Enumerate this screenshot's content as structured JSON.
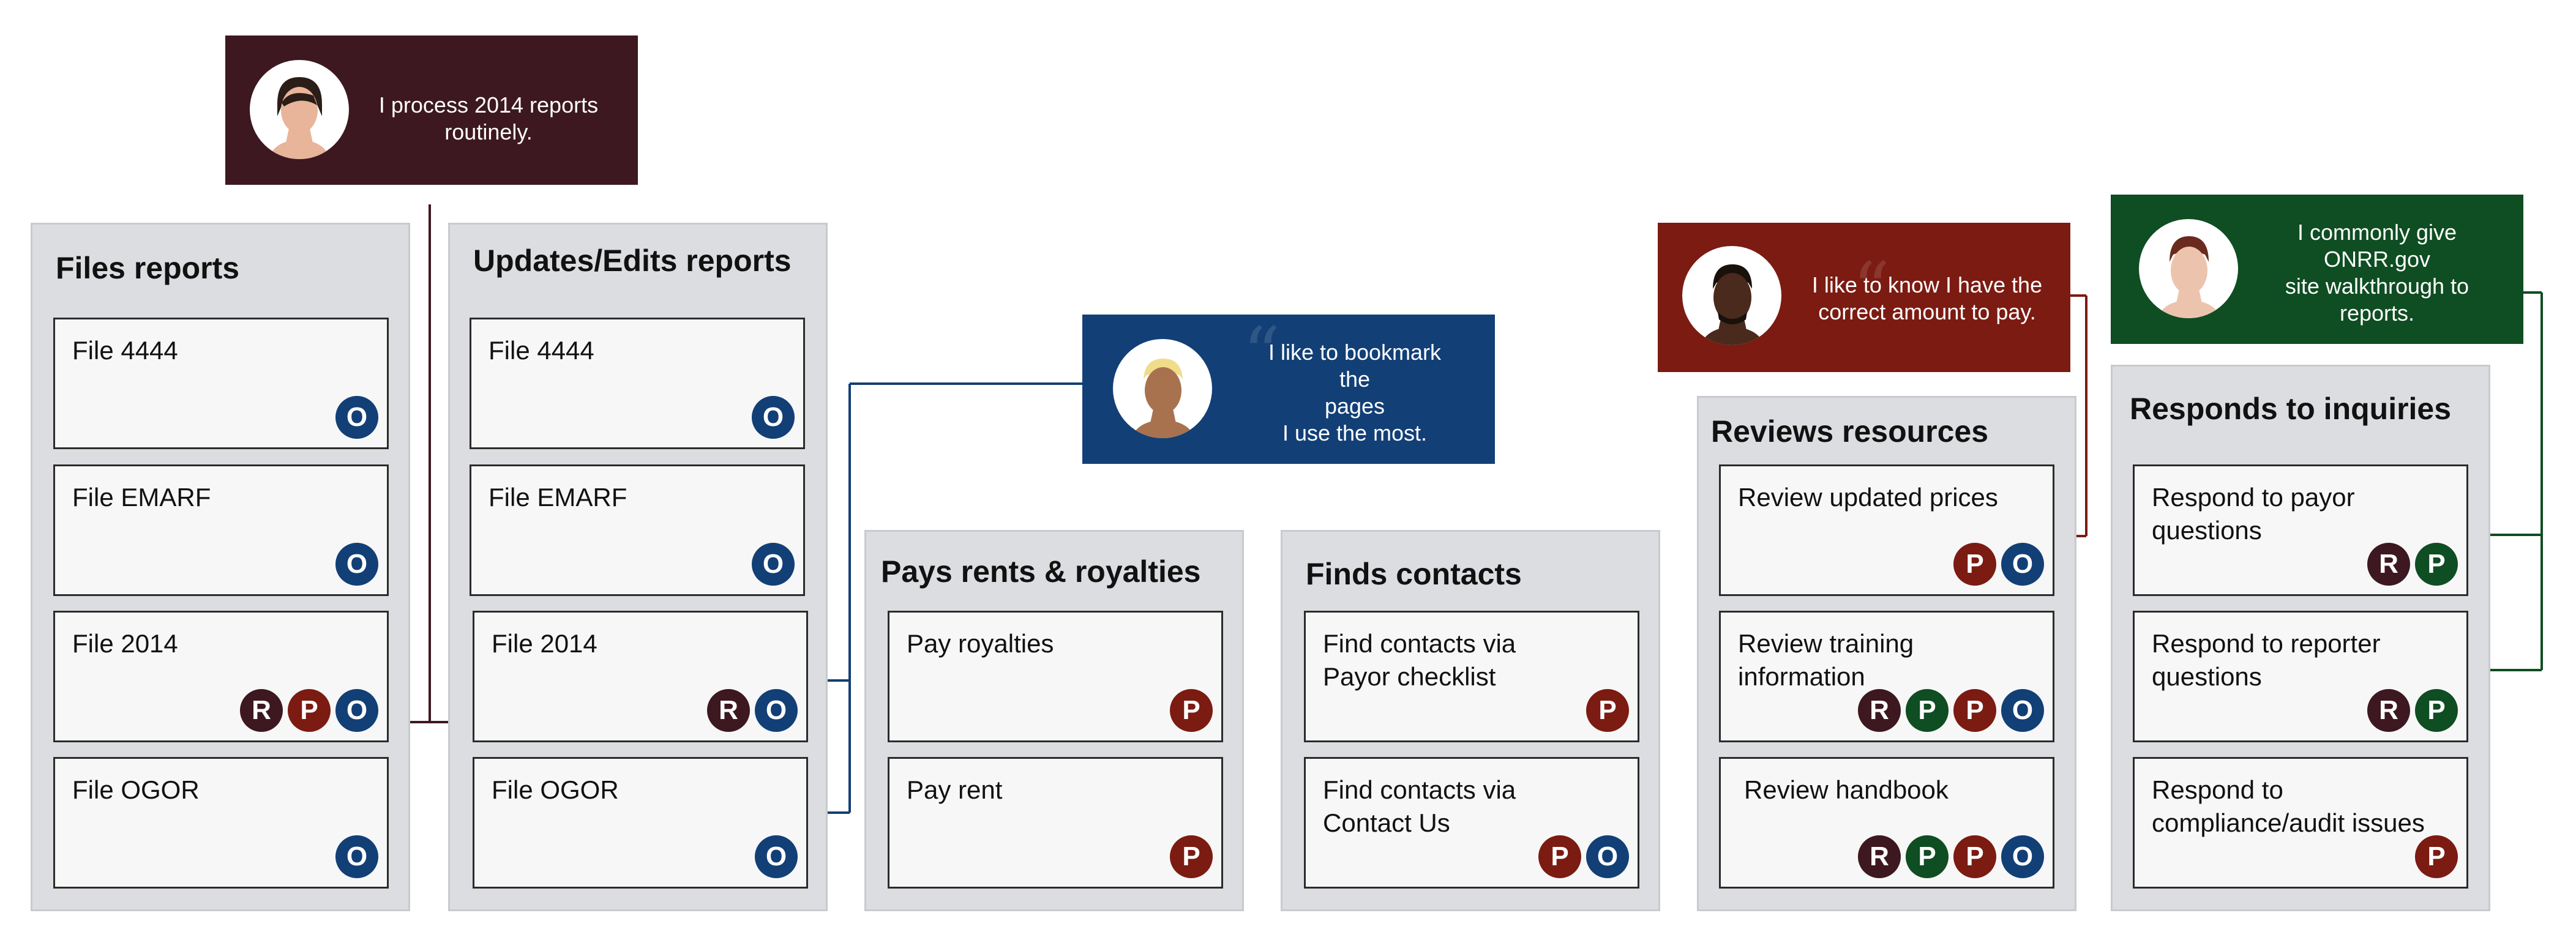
{
  "colors": {
    "R": "#3d1820",
    "P": "#7b1b12",
    "O": "#123f76",
    "G": "#0f4d22",
    "panel": "#dcdde0",
    "card": "#f7f7f7"
  },
  "personas": [
    {
      "id": "p1",
      "quote": "I process 2014 reports\nroutinely.",
      "bg": "#3d1820",
      "avatar_icon": "woman-avatar-icon"
    },
    {
      "id": "p2",
      "quote": "I like to bookmark\nthe\npages\nI use the most.",
      "bg": "#123f76",
      "avatar_icon": "man-avatar-icon"
    },
    {
      "id": "p3",
      "quote": "I like to know I have the\ncorrect amount to pay.",
      "bg": "#7b1b12",
      "avatar_icon": "man-avatar-icon"
    },
    {
      "id": "p4",
      "quote": "I commonly give\nONRR.gov\nsite walkthrough to\nreports.",
      "bg": "#0f4d22",
      "avatar_icon": "man-avatar-icon"
    }
  ],
  "groups": [
    {
      "title": "Files reports",
      "cards": [
        {
          "label": "File 4444",
          "badges": [
            "O"
          ]
        },
        {
          "label": "File EMARF",
          "badges": [
            "O"
          ]
        },
        {
          "label": "File 2014",
          "badges": [
            "R",
            "P",
            "O"
          ]
        },
        {
          "label": "File OGOR",
          "badges": [
            "O"
          ]
        }
      ]
    },
    {
      "title": "Updates/Edits reports",
      "cards": [
        {
          "label": "File 4444",
          "badges": [
            "O"
          ]
        },
        {
          "label": "File EMARF",
          "badges": [
            "O"
          ]
        },
        {
          "label": "File 2014",
          "badges": [
            "R",
            "O"
          ]
        },
        {
          "label": "File OGOR",
          "badges": [
            "O"
          ]
        }
      ]
    },
    {
      "title": "Pays rents & royalties",
      "cards": [
        {
          "label": "Pay royalties",
          "badges": [
            "P"
          ]
        },
        {
          "label": "Pay rent",
          "badges": [
            "P"
          ]
        }
      ]
    },
    {
      "title": "Finds contacts",
      "cards": [
        {
          "label": "Find contacts via\nPayor checklist",
          "badges": [
            "P"
          ]
        },
        {
          "label": "Find contacts via\nContact Us",
          "badges": [
            "P",
            "O"
          ]
        }
      ]
    },
    {
      "title": "Reviews resources",
      "cards": [
        {
          "label": "Review updated prices",
          "badges": [
            "P",
            "O"
          ]
        },
        {
          "label": "Review training\ninformation",
          "badges": [
            "R",
            "G",
            "P",
            "O"
          ]
        },
        {
          "label": "Review handbook",
          "badges": [
            "R",
            "G",
            "P",
            "O"
          ]
        }
      ]
    },
    {
      "title": "Responds to inquiries",
      "cards": [
        {
          "label": "Respond to payor\nquestions",
          "badges": [
            "R",
            "G"
          ]
        },
        {
          "label": "Respond to reporter\nquestions",
          "badges": [
            "R",
            "G"
          ]
        },
        {
          "label": "Respond to\ncompliance/audit issues",
          "badges": [
            "P"
          ]
        }
      ]
    }
  ],
  "badge_letters": {
    "R": "R",
    "P": "P",
    "O": "O",
    "G": "P"
  }
}
